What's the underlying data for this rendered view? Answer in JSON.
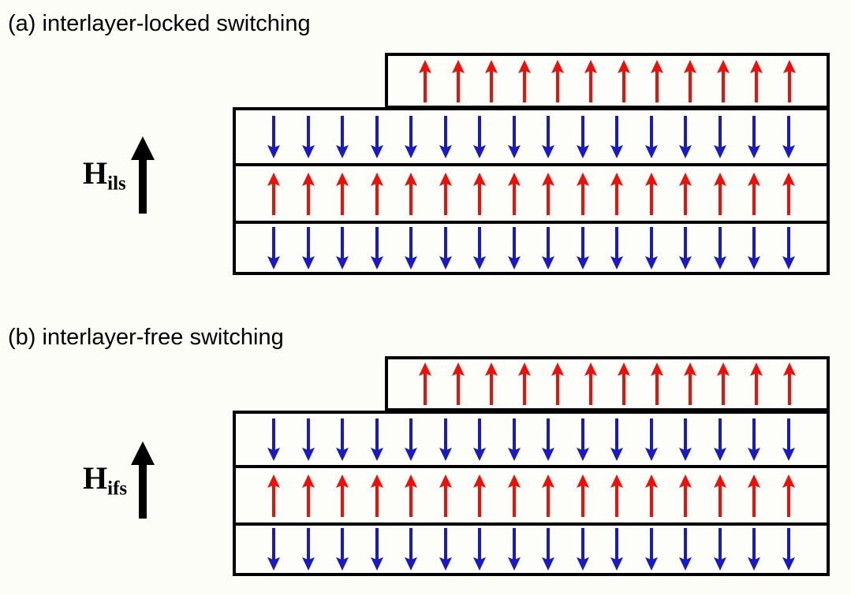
{
  "figure": {
    "background_color": "#fdfdf8",
    "up_arrow_color": "#ee1008",
    "down_arrow_color": "#1a1ac4",
    "border_color": "#000000",
    "field_arrow_color": "#000000"
  },
  "panels": [
    {
      "id": "a",
      "caption": "(a) interlayer-locked switching",
      "field": {
        "symbol": "H",
        "subscript": "ils",
        "full_label": "H_ils",
        "arrow_direction": "up",
        "arrow_icon": "field-arrow-up-icon"
      },
      "layers": [
        {
          "index": 1,
          "name": "top-free-layer",
          "spin_direction": "up",
          "spin_color": "#ee1008",
          "spin_count": 12,
          "offset": "right"
        },
        {
          "index": 2,
          "name": "layer-2",
          "spin_direction": "down",
          "spin_color": "#1a1ac4",
          "spin_count": 16,
          "offset": "full"
        },
        {
          "index": 3,
          "name": "layer-3",
          "spin_direction": "up",
          "spin_color": "#ee1008",
          "spin_count": 16,
          "offset": "full"
        },
        {
          "index": 4,
          "name": "layer-4",
          "spin_direction": "down",
          "spin_color": "#1a1ac4",
          "spin_count": 16,
          "offset": "full"
        }
      ]
    },
    {
      "id": "b",
      "caption": "(b) interlayer-free switching",
      "field": {
        "symbol": "H",
        "subscript": "ifs",
        "full_label": "H_ifs",
        "arrow_direction": "up",
        "arrow_icon": "field-arrow-up-icon"
      },
      "layers": [
        {
          "index": 1,
          "name": "top-free-layer",
          "spin_direction": "up",
          "spin_color": "#ee1008",
          "spin_count": 12,
          "offset": "right"
        },
        {
          "index": 2,
          "name": "layer-2",
          "spin_direction": "down",
          "spin_color": "#1a1ac4",
          "spin_count": 16,
          "offset": "full"
        },
        {
          "index": 3,
          "name": "layer-3",
          "spin_direction": "up",
          "spin_color": "#ee1008",
          "spin_count": 16,
          "offset": "full"
        },
        {
          "index": 4,
          "name": "layer-4",
          "spin_direction": "down",
          "spin_color": "#1a1ac4",
          "spin_count": 16,
          "offset": "full"
        }
      ]
    }
  ]
}
